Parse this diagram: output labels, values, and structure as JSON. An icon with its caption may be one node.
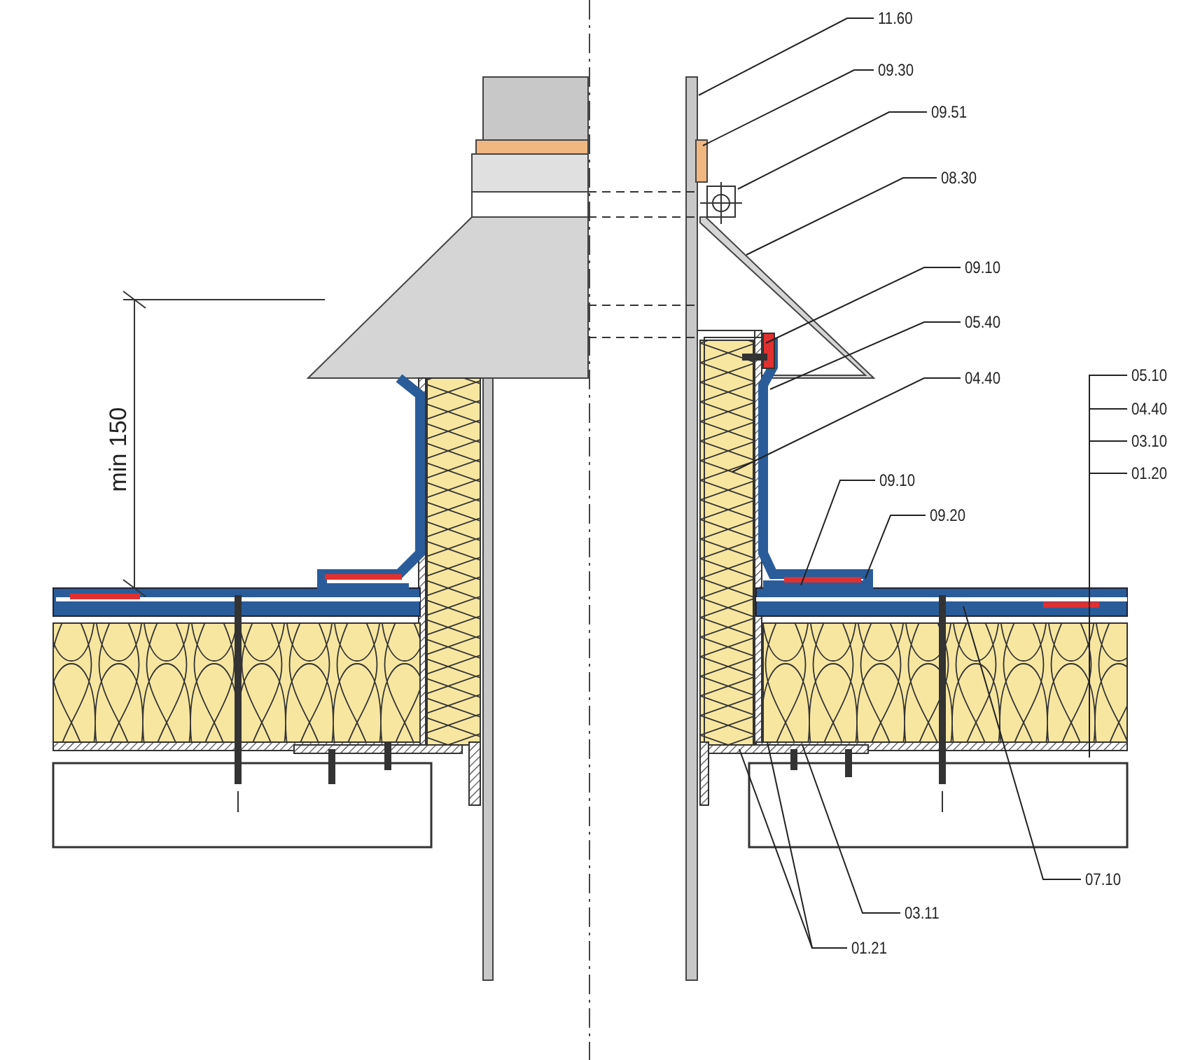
{
  "diagram": {
    "nodes": [
      {
        "text": [
          "11.60"
        ]
      },
      {
        "text": [
          "09.30"
        ]
      },
      {
        "text": [
          "09.51"
        ]
      },
      {
        "text": [
          "08.30"
        ]
      },
      {
        "text": [
          "09.10"
        ]
      },
      {
        "text": [
          "05.40"
        ]
      },
      {
        "text": [
          "04.40"
        ]
      },
      {
        "text": [
          "05.10"
        ]
      },
      {
        "text": [
          "04.40"
        ]
      },
      {
        "text": [
          "03.10"
        ]
      },
      {
        "text": [
          "01.20"
        ]
      },
      {
        "text": [
          "09.10"
        ]
      },
      {
        "text": [
          "09.20"
        ]
      },
      {
        "text": [
          "07.10"
        ]
      },
      {
        "text": [
          "03.11"
        ]
      },
      {
        "text": [
          "01.21"
        ]
      }
    ],
    "edges": [
      {
        "from": 0,
        "to": null,
        "arrow": "none"
      },
      {
        "from": 1,
        "to": null,
        "arrow": "none"
      },
      {
        "from": 2,
        "to": null,
        "arrow": "none"
      },
      {
        "from": 3,
        "to": null,
        "arrow": "none"
      },
      {
        "from": 4,
        "to": null,
        "arrow": "none"
      },
      {
        "from": 5,
        "to": null,
        "arrow": "none"
      },
      {
        "from": 6,
        "to": null,
        "arrow": "none"
      },
      {
        "from": 7,
        "to": null,
        "arrow": "none"
      },
      {
        "from": 8,
        "to": null,
        "arrow": "none"
      },
      {
        "from": 9,
        "to": null,
        "arrow": "none"
      },
      {
        "from": 10,
        "to": null,
        "arrow": "none"
      },
      {
        "from": 11,
        "to": null,
        "arrow": "none"
      },
      {
        "from": 12,
        "to": null,
        "arrow": "none"
      },
      {
        "from": 13,
        "to": null,
        "arrow": "none"
      },
      {
        "from": 14,
        "to": null,
        "arrow": "none"
      },
      {
        "from": 15,
        "to": null,
        "arrow": "none"
      },
      {
        "from": 15,
        "to": null,
        "arrow": "none"
      }
    ],
    "labels": [
      "min 150"
    ]
  }
}
